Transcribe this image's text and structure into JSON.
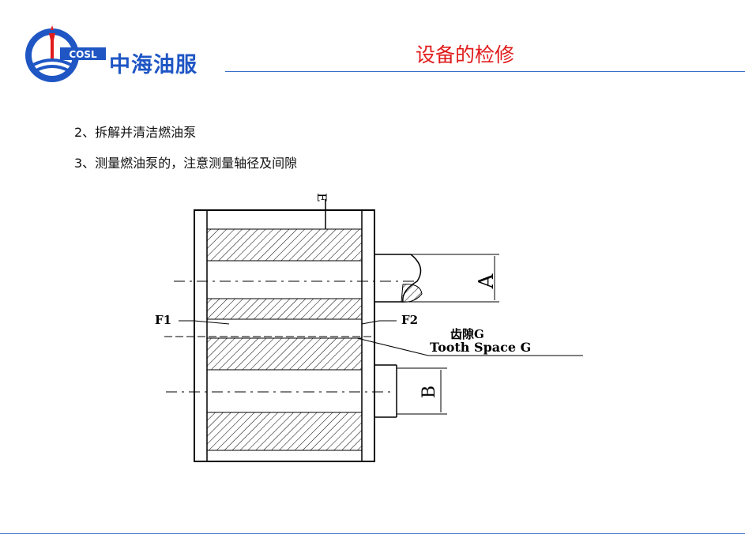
{
  "header": {
    "brand": "中海油服",
    "title": "设备的检修",
    "logo_text": "COSL"
  },
  "content": {
    "items": [
      "2、拆解并清洁燃油泵",
      "3、测量燃油泵的，注意测量轴径及间隙"
    ]
  },
  "figure": {
    "labels": {
      "top": "E",
      "a": "A",
      "b": "B",
      "f1": "F1",
      "f2": "F2",
      "tooth_cn": "齿隙G",
      "tooth_en": "Tooth Space G"
    }
  },
  "colors": {
    "brand_blue": "#1f56c4",
    "title_red": "#e11b1b",
    "rule_blue": "#3a6fcb"
  }
}
